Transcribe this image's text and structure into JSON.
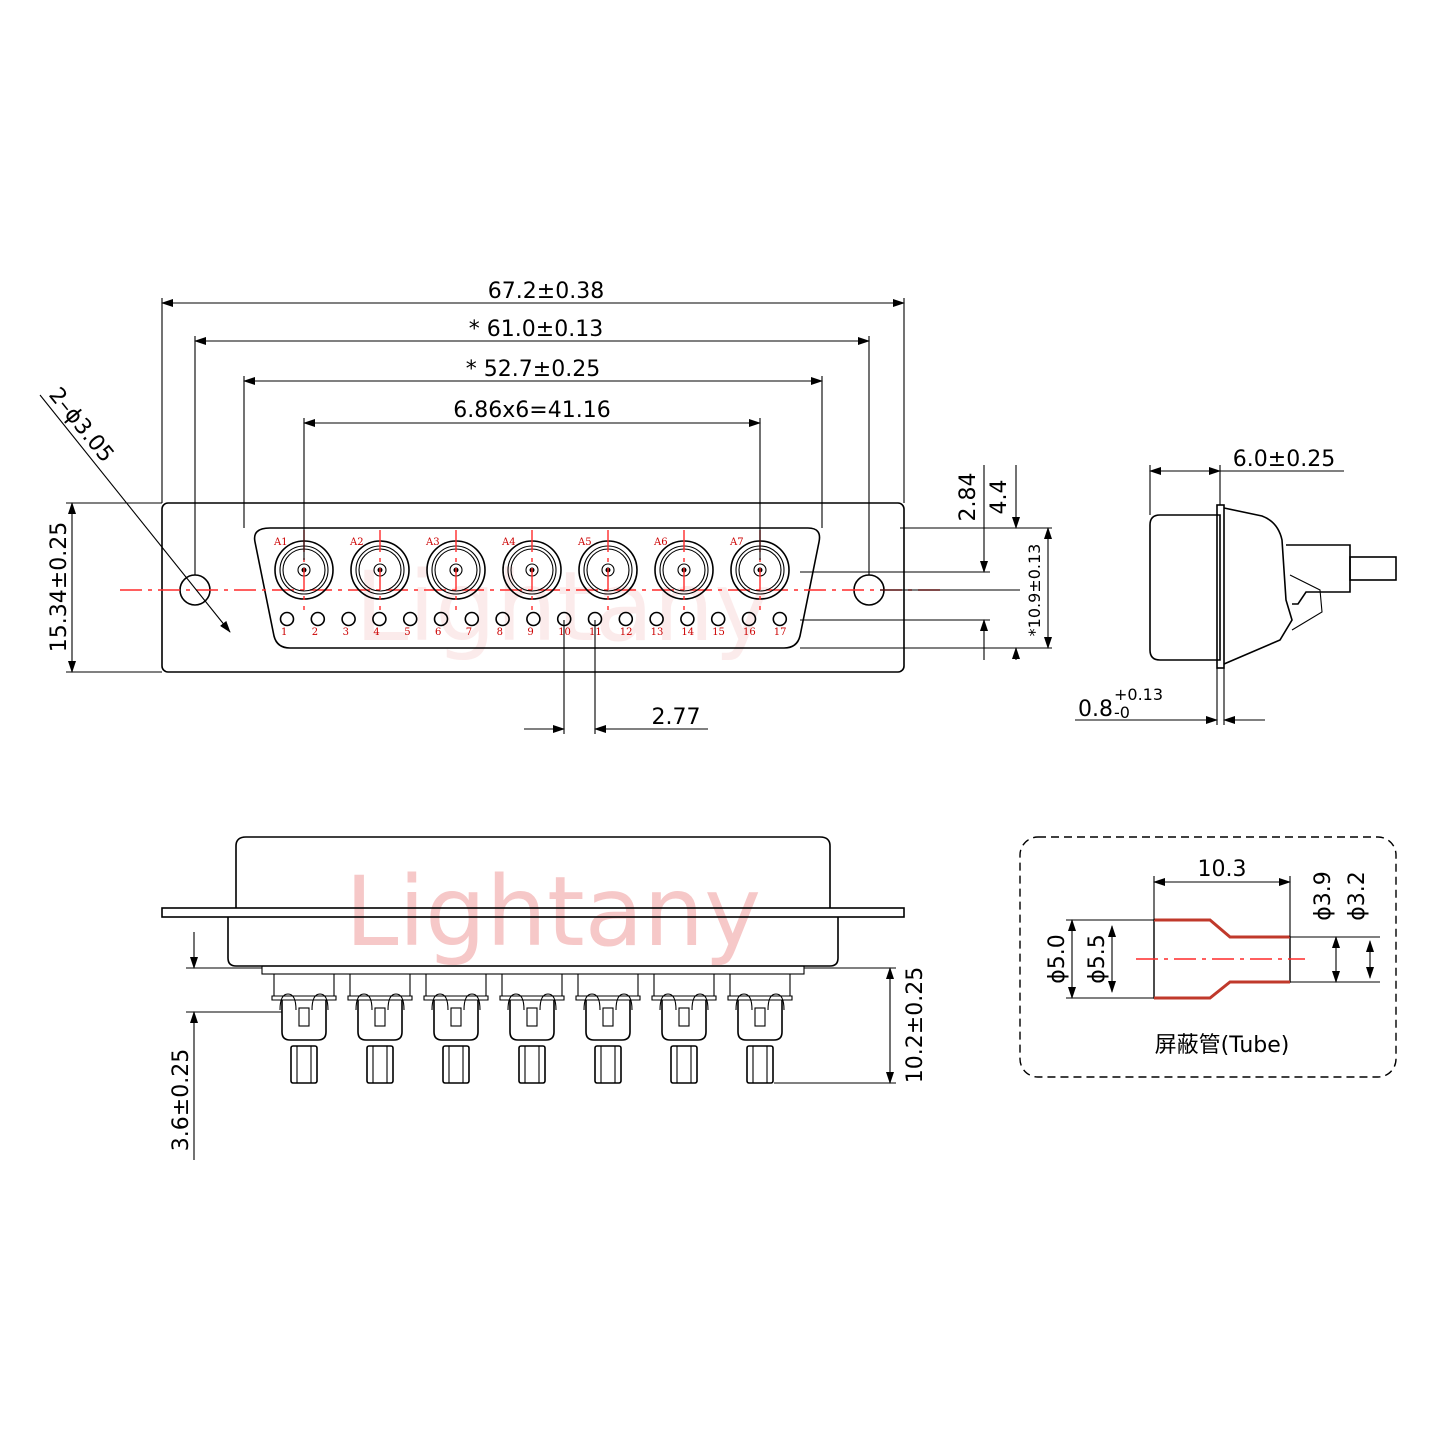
{
  "front_view": {
    "dim_overall_width": "67.2±0.38",
    "dim_mount_hole_pitch": "* 61.0±0.13",
    "dim_shell_width": "* 52.7±0.25",
    "dim_coax_pitch": "6.86x6=41.16",
    "dim_hole": "2–ϕ3.05",
    "dim_height": "15.34±0.25",
    "dim_right_a": "2.84",
    "dim_right_b": "4.4",
    "dim_shell_height": "*10.9±0.13",
    "dim_signal_pitch": "2.77",
    "coax_labels": [
      "A1",
      "A2",
      "A3",
      "A4",
      "A5",
      "A6",
      "A7"
    ],
    "signal_labels": [
      "1",
      "2",
      "3",
      "4",
      "5",
      "6",
      "7",
      "8",
      "9",
      "10",
      "11",
      "12",
      "13",
      "14",
      "15",
      "16",
      "17"
    ]
  },
  "side_view": {
    "dim_depth": "6.0±0.25",
    "dim_flange_base": "0.8",
    "dim_flange_tol_upper": "+0.13",
    "dim_flange_tol_lower": "-0"
  },
  "bottom_view": {
    "dim_short": "3.6±0.25",
    "dim_long": "10.2±0.25"
  },
  "tube_detail": {
    "dim_length": "10.3",
    "dim_d39": "ϕ3.9",
    "dim_d32": "ϕ3.2",
    "dim_d50": "ϕ5.0",
    "dim_d55": "ϕ5.5",
    "caption": "屏蔽管(Tube)"
  },
  "watermark": "Lightany",
  "colors": {
    "line": "#000000",
    "centerline": "#ff2a2a",
    "watermark": "#f6c8c8",
    "tube_shade": "#c0392b"
  }
}
